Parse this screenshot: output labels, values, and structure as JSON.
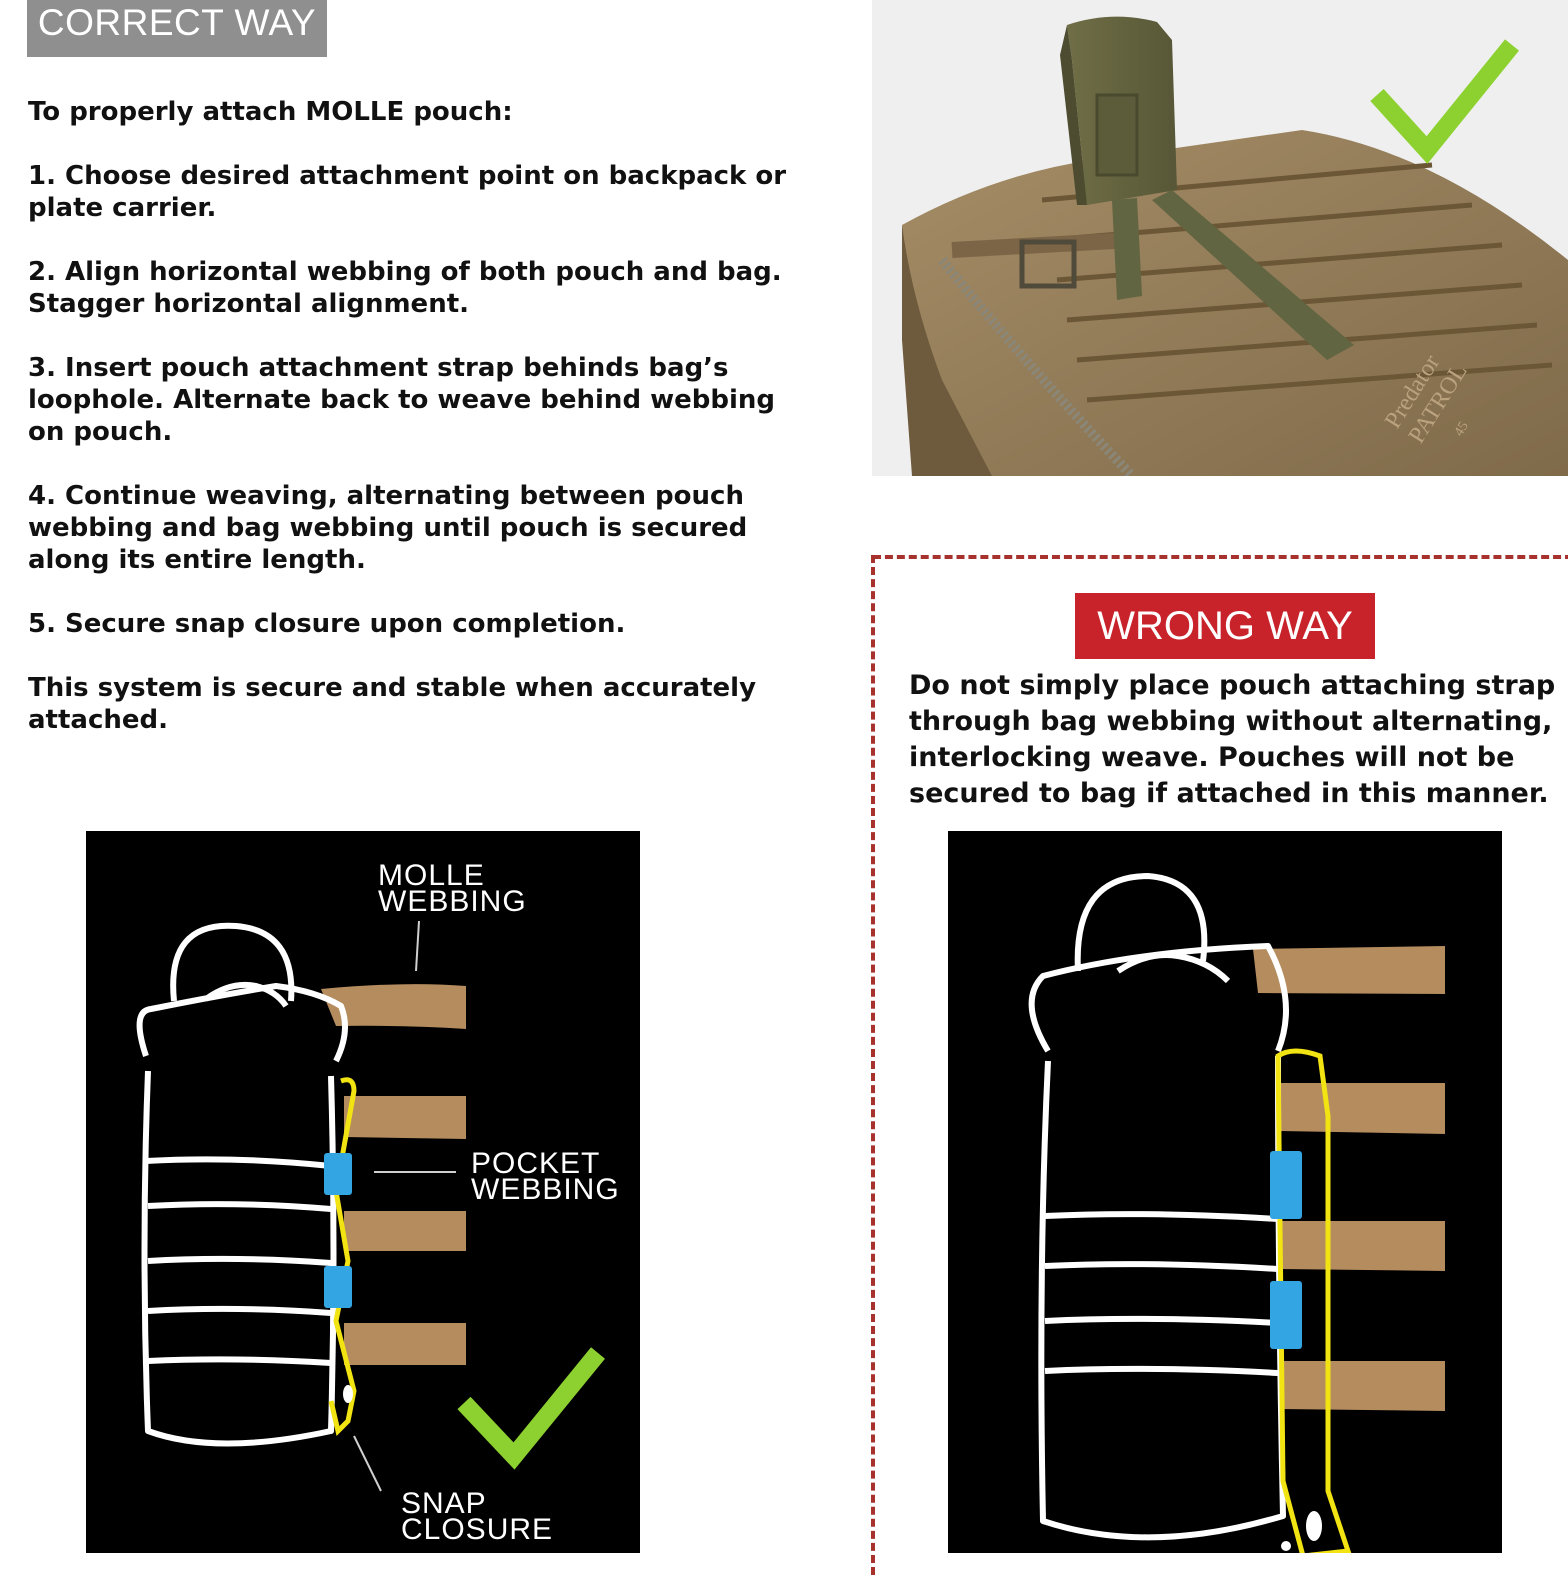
{
  "correct": {
    "badge": "CORRECT WAY",
    "intro": "To properly attach MOLLE pouch:",
    "steps": [
      "1. Choose desired attachment point on backpack or plate carrier.",
      "2. Align horizontal webbing of both pouch and bag. Stagger horizontal alignment.",
      "3. Insert pouch attachment strap behinds bag’s loophole. Alternate back to weave behind webbing on pouch.",
      "4. Continue weaving, alternating between pouch webbing and bag webbing until pouch is secured along its entire length.",
      "5. Secure snap closure upon completion."
    ],
    "closing": "This system is secure and stable when accurately attached."
  },
  "photo": {
    "brand_line1": "Predator",
    "brand_line2": "PATROL",
    "brand_number": "45"
  },
  "wrong": {
    "badge": "WRONG WAY",
    "text": "Do not simply place pouch attaching strap through bag webbing without alternating, interlocking weave. Pouches will not be secured to bag if attached in this manner."
  },
  "diagram_correct": {
    "label_molle_1": "MOLLE",
    "label_molle_2": "WEBBING",
    "label_pocket_1": "POCKET",
    "label_pocket_2": "WEBBING",
    "label_snap_1": "SNAP",
    "label_snap_2": "CLOSURE"
  },
  "colors": {
    "check_green": "#8cd12f",
    "webbing_tan": "#b58c5e",
    "strap_yellow": "#f2e312",
    "loop_blue": "#34a5e3",
    "dashed_red": "#a7312c",
    "wrong_red": "#c8222a",
    "badge_gray": "#8f8f8f"
  }
}
